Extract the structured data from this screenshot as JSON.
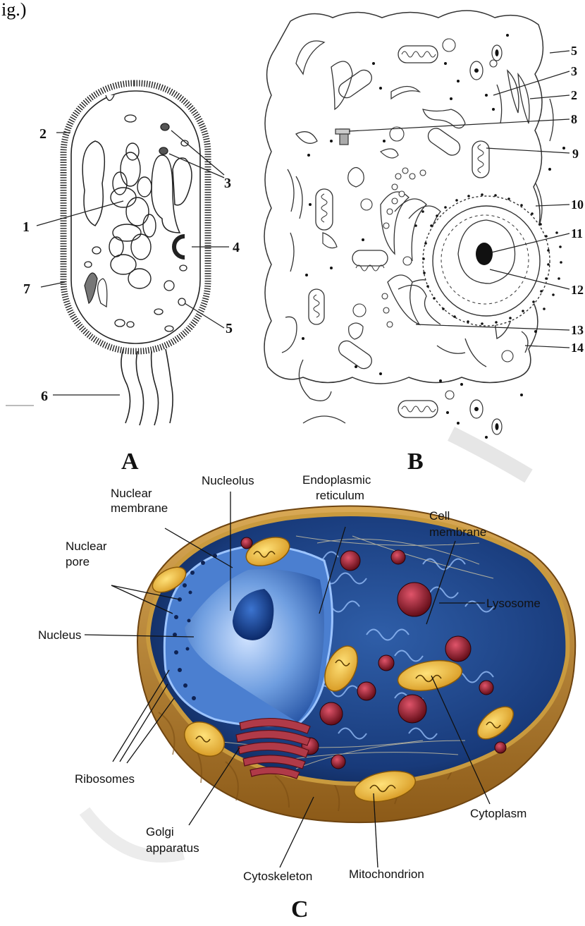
{
  "header_fragment": "ig.)",
  "panels": {
    "a": {
      "caption": "A",
      "labels": [
        "1",
        "2",
        "3",
        "4",
        "5",
        "6",
        "7"
      ]
    },
    "b": {
      "caption": "B",
      "labels": [
        "2",
        "3",
        "5",
        "8",
        "9",
        "10",
        "11",
        "12",
        "13",
        "14"
      ]
    },
    "c": {
      "caption": "C",
      "labels": {
        "nucleolus": "Nucleolus",
        "nuclear_membrane_1": "Nuclear",
        "nuclear_membrane_2": "membrane",
        "er_1": "Endoplasmic",
        "er_2": "reticulum",
        "cell_membrane_1": "Cell",
        "cell_membrane_2": "membrane",
        "nuclear_pore_1": "Nuclear",
        "nuclear_pore_2": "pore",
        "lysosome": "Lysosome",
        "nucleus": "Nucleus",
        "ribosomes": "Ribosomes",
        "cytoplasm": "Cytoplasm",
        "golgi_1": "Golgi",
        "golgi_2": "apparatus",
        "cytoskeleton": "Cytoskeleton",
        "mitochondrion": "Mitochondrion"
      }
    }
  }
}
